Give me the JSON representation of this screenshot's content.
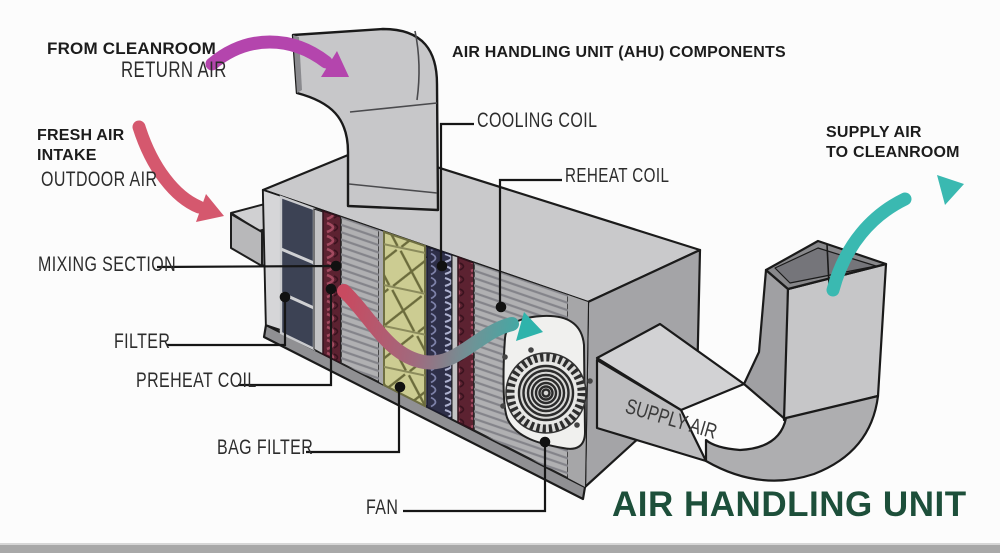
{
  "diagram": {
    "title": "AIR HANDLING UNIT (AHU) COMPONENTS",
    "product_title": "AIR HANDLING UNIT",
    "flows": {
      "return_air": {
        "heading": "FROM CLEANROOM",
        "label": "RETURN AIR",
        "arrow_color": "#b445ad"
      },
      "fresh_air": {
        "heading_line1": "FRESH AIR",
        "heading_line2": "INTAKE",
        "label": "OUTDOOR AIR",
        "arrow_color": "#d5586e"
      },
      "supply_air": {
        "heading_line1": "SUPPLY AIR",
        "heading_line2": "TO CLEANROOM",
        "arrow_color": "#3ab9b1"
      },
      "internal_airflow": {
        "gradient_start": "#c84a60",
        "gradient_end": "#2fb3ab"
      },
      "supply_duct_label": "SUPPLY AIR"
    },
    "components": [
      {
        "id": "mixing-section",
        "label": "MIXING SECTION"
      },
      {
        "id": "filter",
        "label": "FILTER"
      },
      {
        "id": "preheat-coil",
        "label": "PREHEAT COIL"
      },
      {
        "id": "bag-filter",
        "label": "BAG FILTER"
      },
      {
        "id": "fan",
        "label": "FAN"
      },
      {
        "id": "cooling-coil",
        "label": "COOLING COIL"
      },
      {
        "id": "reheat-coil",
        "label": "REHEAT COIL"
      }
    ],
    "colors": {
      "title_text": "#1c1c1c",
      "product_title_text": "#1d4f3a",
      "duct_gray": "#c6c6c8",
      "leader": "#161616"
    }
  }
}
